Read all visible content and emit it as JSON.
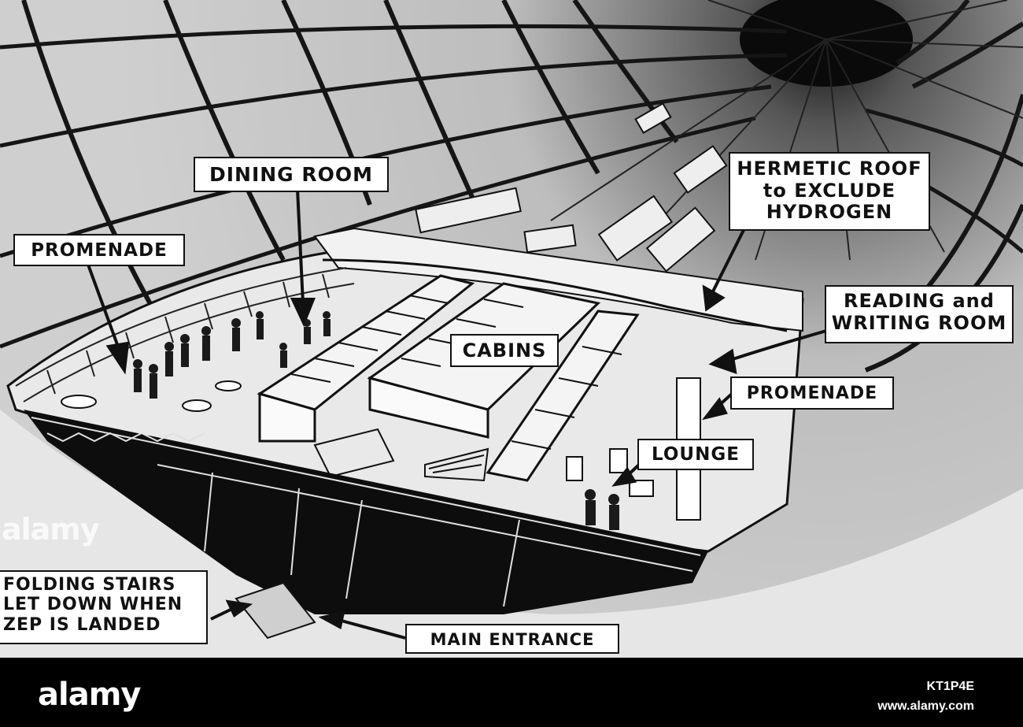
{
  "labels": {
    "dining_room": "DINING ROOM",
    "promenade_left": "PROMENADE",
    "hermetic_roof": [
      "HERMETIC ROOF",
      "to EXCLUDE",
      "HYDROGEN"
    ],
    "reading_writing": [
      "READING and",
      "WRITING ROOM"
    ],
    "cabins": "CABINS",
    "promenade_right": "PROMENADE",
    "lounge": "LOUNGE",
    "folding_stairs": [
      "FOLDING STAIRS",
      "LET DOWN WHEN",
      "ZEP IS LANDED"
    ],
    "main_entrance": "MAIN ENTRANCE"
  },
  "watermark": "alamy",
  "footer": {
    "brand": "alamy",
    "image_id": "KT1P4E",
    "site": "www.alamy.com"
  },
  "colors": {
    "background": "#d9d9d9",
    "ink": "#111111",
    "label_bg": "#ffffff",
    "footer_bg": "#000000"
  }
}
